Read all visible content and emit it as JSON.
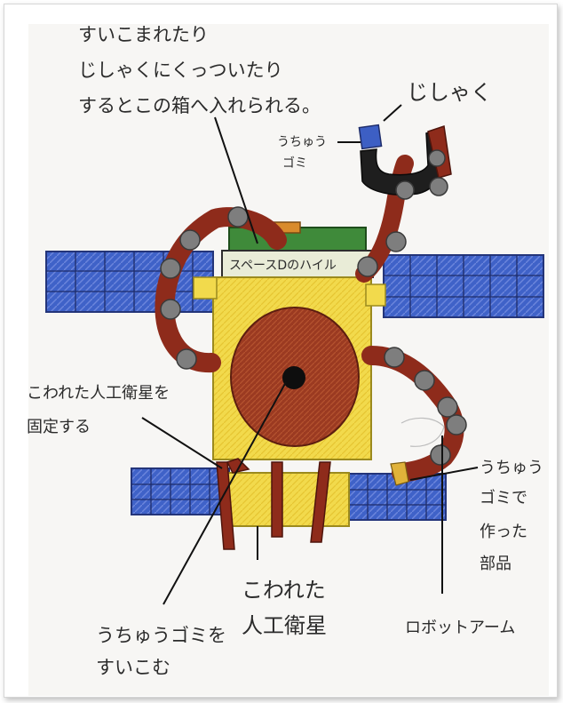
{
  "labels": {
    "top_line1": "すいこまれたり",
    "top_line2": "じしゃくにくっついたり",
    "top_line3": "するとこの箱へ入れられる。",
    "magnet": "じしゃく",
    "space_junk_line1": "うちゅう",
    "space_junk_line2": "ゴミ",
    "box_label": "スペースDのハイル",
    "fix_line1": "こわれた人工衛星を",
    "fix_line2": "固定する",
    "parts_line1": "うちゅう",
    "parts_line2": "ゴミで",
    "parts_line3": "作った",
    "parts_line4": "部品",
    "broken_line1": "こわれた",
    "broken_line2": "人工衛星",
    "suck_line1": "うちゅうゴミを",
    "suck_line2": "すいこむ",
    "robot_arm": "ロボットアーム"
  },
  "colors": {
    "panel_blue": "#3d5fc4",
    "body_yellow": "#f1d84a",
    "disc_brown": "#9a3a22",
    "arm_brown": "#8e2b1b",
    "joint_gray": "#7e7e7e",
    "magnet_black": "#1e1e1e",
    "box_green": "#3f8a3a"
  }
}
